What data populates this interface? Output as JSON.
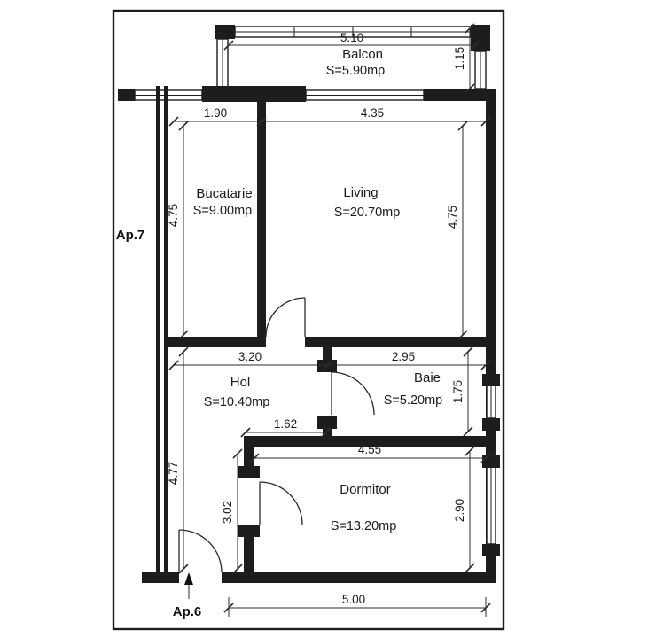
{
  "plan": {
    "neighbors": {
      "left": "Ap.7",
      "entrance": "Ap.6"
    },
    "rooms": {
      "balcon": {
        "name": "Balcon",
        "area": "S=5.90mp"
      },
      "bucatarie": {
        "name": "Bucatarie",
        "area": "S=9.00mp"
      },
      "living": {
        "name": "Living",
        "area": "S=20.70mp"
      },
      "hol": {
        "name": "Hol",
        "area": "S=10.40mp"
      },
      "baie": {
        "name": "Baie",
        "area": "S=5.20mp"
      },
      "dormitor": {
        "name": "Dormitor",
        "area": "S=13.20mp"
      }
    },
    "dims": {
      "balcon_w": "5.10",
      "balcon_d": "1.15",
      "bucatarie_w": "1.90",
      "living_w": "4.35",
      "left_h_upper": "4.75",
      "living_h": "4.75",
      "hol_w": "3.20",
      "baie_w": "2.95",
      "baie_h": "1.75",
      "left_h_lower": "4.77",
      "door_offset": "1.62",
      "dormitor_w": "4.55",
      "dormitor_l_h": "3.02",
      "dormitor_h": "2.90",
      "bottom_w": "5.00"
    }
  }
}
